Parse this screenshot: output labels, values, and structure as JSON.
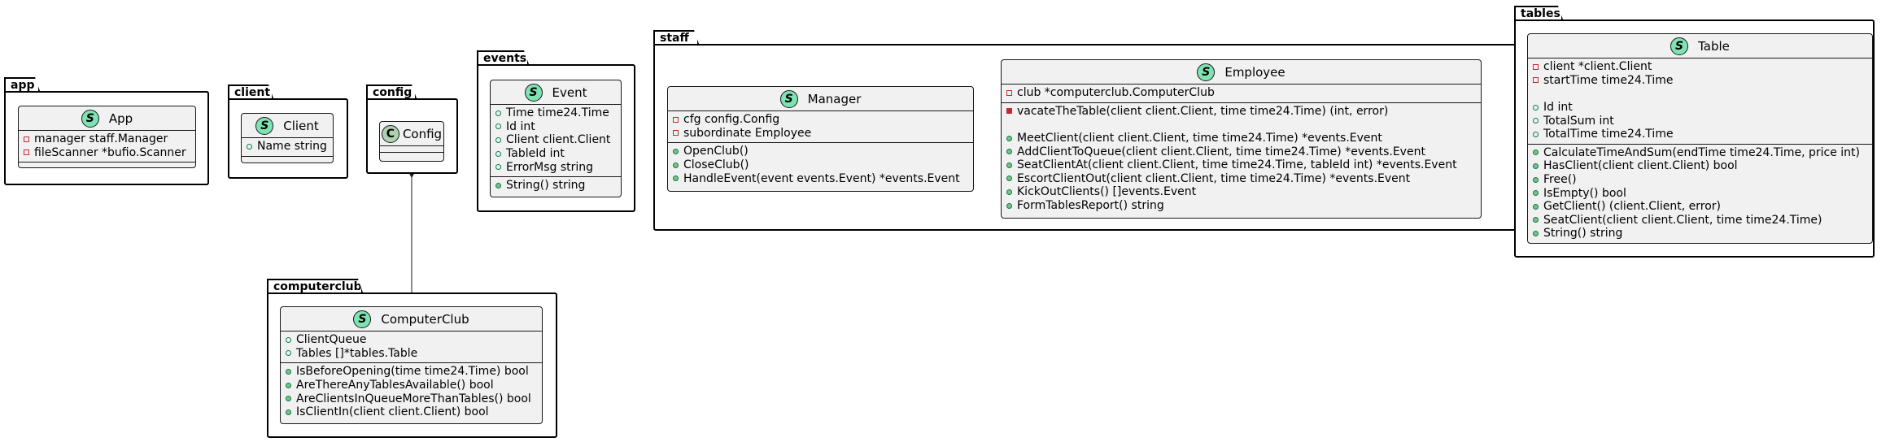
{
  "packages": {
    "app": {
      "label": "app",
      "classes": {
        "app": {
          "stereotype": "S",
          "name": "App",
          "fields": [
            {
              "vis": "private",
              "text": "manager staff.Manager"
            },
            {
              "vis": "private",
              "text": "fileScanner *bufio.Scanner"
            }
          ],
          "methods": []
        }
      }
    },
    "client": {
      "label": "client",
      "classes": {
        "client": {
          "stereotype": "S",
          "name": "Client",
          "fields": [
            {
              "vis": "public",
              "text": "Name string"
            }
          ],
          "methods": []
        }
      }
    },
    "config": {
      "label": "config",
      "classes": {
        "config": {
          "stereotype": "C",
          "name": "Config",
          "fields": [],
          "methods": []
        }
      }
    },
    "events": {
      "label": "events",
      "classes": {
        "event": {
          "stereotype": "S",
          "name": "Event",
          "fields": [
            {
              "vis": "public",
              "text": "Time time24.Time"
            },
            {
              "vis": "public",
              "text": "Id int"
            },
            {
              "vis": "public",
              "text": "Client client.Client"
            },
            {
              "vis": "public",
              "text": "TableId int"
            },
            {
              "vis": "public",
              "text": "ErrorMsg string"
            }
          ],
          "methods": [
            {
              "vis": "public",
              "text": "String() string"
            }
          ]
        }
      }
    },
    "staff": {
      "label": "staff",
      "classes": {
        "manager": {
          "stereotype": "S",
          "name": "Manager",
          "fields": [
            {
              "vis": "private",
              "text": "cfg config.Config"
            },
            {
              "vis": "private",
              "text": "subordinate Employee"
            }
          ],
          "methods": [
            {
              "vis": "public",
              "text": "OpenClub()"
            },
            {
              "vis": "public",
              "text": "CloseClub()"
            },
            {
              "vis": "public",
              "text": "HandleEvent(event events.Event) *events.Event"
            }
          ]
        },
        "employee": {
          "stereotype": "S",
          "name": "Employee",
          "fields": [
            {
              "vis": "private",
              "text": "club *computerclub.ComputerClub"
            }
          ],
          "methods": [
            {
              "vis": "private-method",
              "text": "vacateTheTable(client client.Client, time time24.Time) (int, error)"
            },
            {
              "vis": "spacer",
              "text": ""
            },
            {
              "vis": "public",
              "text": "MeetClient(client client.Client, time time24.Time) *events.Event"
            },
            {
              "vis": "public",
              "text": "AddClientToQueue(client client.Client, time time24.Time) *events.Event"
            },
            {
              "vis": "public",
              "text": "SeatClientAt(client client.Client, time time24.Time, tableId int) *events.Event"
            },
            {
              "vis": "public",
              "text": "EscortClientOut(client client.Client, time time24.Time) *events.Event"
            },
            {
              "vis": "public",
              "text": "KickOutClients() []events.Event"
            },
            {
              "vis": "public",
              "text": "FormTablesReport() string"
            }
          ]
        }
      }
    },
    "tables": {
      "label": "tables",
      "classes": {
        "table": {
          "stereotype": "S",
          "name": "Table",
          "fields": [
            {
              "vis": "private",
              "text": "client *client.Client"
            },
            {
              "vis": "private",
              "text": "startTime time24.Time"
            },
            {
              "vis": "spacer",
              "text": ""
            },
            {
              "vis": "public",
              "text": "Id int"
            },
            {
              "vis": "public",
              "text": "TotalSum int"
            },
            {
              "vis": "public",
              "text": "TotalTime time24.Time"
            }
          ],
          "methods": [
            {
              "vis": "public",
              "text": "CalculateTimeAndSum(endTime time24.Time, price int)"
            },
            {
              "vis": "public",
              "text": "HasClient(client client.Client) bool"
            },
            {
              "vis": "public",
              "text": "Free()"
            },
            {
              "vis": "public",
              "text": "IsEmpty() bool"
            },
            {
              "vis": "public",
              "text": "GetClient() (client.Client, error)"
            },
            {
              "vis": "public",
              "text": "SeatClient(client client.Client, time time24.Time)"
            },
            {
              "vis": "public",
              "text": "String() string"
            }
          ]
        }
      }
    },
    "computerclub": {
      "label": "computerclub",
      "classes": {
        "computerclub": {
          "stereotype": "S",
          "name": "ComputerClub",
          "fields": [
            {
              "vis": "public",
              "text": "ClientQueue"
            },
            {
              "vis": "public",
              "text": "Tables []*tables.Table"
            }
          ],
          "methods": [
            {
              "vis": "public",
              "text": "IsBeforeOpening(time time24.Time) bool"
            },
            {
              "vis": "public",
              "text": "AreThereAnyTablesAvailable() bool"
            },
            {
              "vis": "public",
              "text": "AreClientsInQueueMoreThanTables() bool"
            },
            {
              "vis": "public",
              "text": "IsClientIn(client client.Client) bool"
            }
          ]
        }
      }
    }
  },
  "relations": [
    {
      "from": "config",
      "to": "computerclub",
      "type": "composition"
    }
  ],
  "colors": {
    "struct_badge": "#7ee3b3",
    "class_badge": "#add1b2",
    "class_fill": "#f1f1f1",
    "private_marker": "#c82930",
    "public_marker": "#038048",
    "public_marker_fill": "#84be84"
  }
}
